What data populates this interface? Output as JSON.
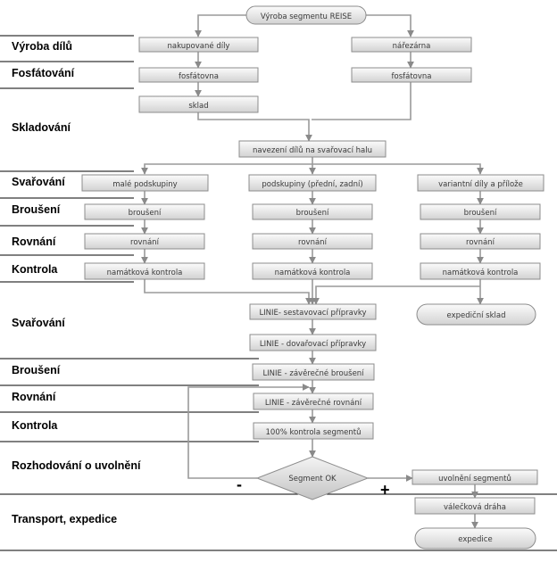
{
  "phases": [
    "Výroba dílů",
    "Fosfátování",
    "Skladování",
    "Svařování",
    "Broušení",
    "Rovnání",
    "Kontrola",
    "Svařování",
    "Broušení",
    "Rovnání",
    "Kontrola",
    "Rozhodování o uvolnění",
    "Transport, expedice"
  ],
  "nodes": {
    "start": "Výroba segmentu REISE",
    "bought_parts": "nakupované díly",
    "cutting": "nářezárna",
    "phosphate_left": "fosfátovna",
    "phosphate_right": "fosfátovna",
    "warehouse": "sklad",
    "transport_hall": "navezení dílů na svařovací halu",
    "small_sub": "malé podskupiny",
    "sub_front_rear": "podskupiny (přední, zadní)",
    "variant_parts": "variantní díly a příložе",
    "grind_1": "broušení",
    "grind_2": "broušení",
    "grind_3": "broušení",
    "straighten_1": "rovnání",
    "straighten_2": "rovnání",
    "straighten_3": "rovnání",
    "check_1": "namátková kontrola",
    "check_2": "namátková kontrola",
    "check_3": "namátková kontrola",
    "line_assembly": "LINIE- sestavovací přípravky",
    "shipping_warehouse": "expediční sklad",
    "line_finishing": "LINIE - dovařovací přípravky",
    "line_grinding": "LINIE - závěrečné broušení",
    "line_straightening": "LINIE - závěrečné rovnání",
    "full_check": "100% kontrola segmentů",
    "decision": "Segment OK",
    "release": "uvolnění segmentů",
    "roller_track": "válečková dráha",
    "dispatch": "expedice"
  },
  "decision_labels": {
    "no": "-",
    "yes": "+"
  }
}
